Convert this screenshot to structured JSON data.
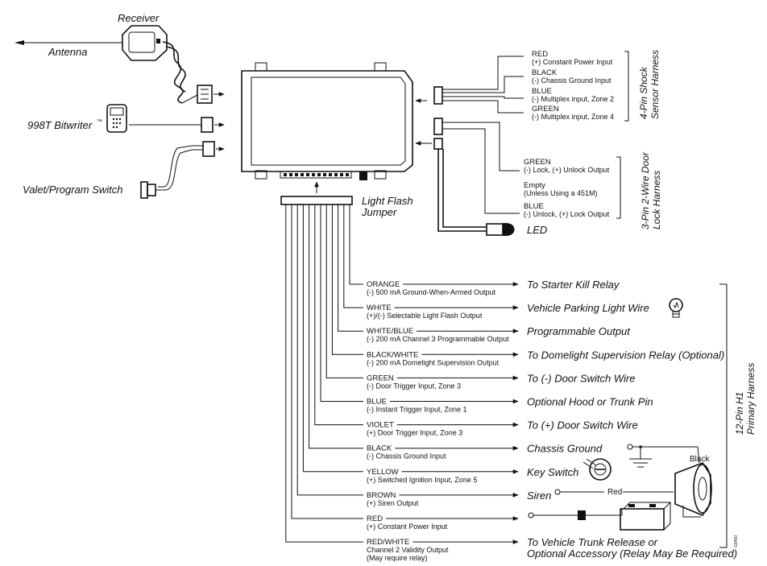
{
  "labels": {
    "receiver": "Receiver",
    "antenna": "Antenna",
    "bitwriter": "998T Bitwriter",
    "bitwriter_tm": "™",
    "valet": "Valet/Program Switch",
    "light_flash_1": "Light Flash",
    "light_flash_2": "Jumper",
    "led": "LED",
    "small_code": "G9450"
  },
  "shock_harness": {
    "title_1": "4-Pin Shock",
    "title_2": "Sensor Harness",
    "wires": [
      {
        "name": "RED",
        "desc": "(+) Constant Power Input"
      },
      {
        "name": "BLACK",
        "desc": "(-) Chassis Ground Input"
      },
      {
        "name": "BLUE",
        "desc": "(-) Multiplex input, Zone 2"
      },
      {
        "name": "GREEN",
        "desc": "(-) Multiplex input, Zone 4"
      }
    ]
  },
  "door_lock_harness": {
    "title_1": "3-Pin 2-Wire Door",
    "title_2": "Lock Harness",
    "wires": [
      {
        "name": "GREEN",
        "desc": "(-) Lock, (+) Unlock Output"
      },
      {
        "name": "Empty",
        "desc": "(Unless Using a 451M)"
      },
      {
        "name": "BLUE",
        "desc": "(-) Unlock, (+) Lock Output"
      }
    ]
  },
  "primary_harness": {
    "title_1": "12-Pin H1",
    "title_2": "Primary Harness",
    "wires": [
      {
        "name": "ORANGE",
        "desc": "(-) 500 mA Ground-When-Armed Output",
        "desc2": "",
        "dest": "To Starter Kill Relay"
      },
      {
        "name": "WHITE",
        "desc": "(+)/(-) Selectable Light Flash Output",
        "desc2": "",
        "dest": "Vehicle Parking Light Wire"
      },
      {
        "name": "WHITE/BLUE",
        "desc": "(-) 200 mA Channel 3 Programmable Output",
        "desc2": "",
        "dest": "Programmable Output"
      },
      {
        "name": "BLACK/WHITE",
        "desc": "(-) 200 mA Domelight Supervision Output",
        "desc2": "",
        "dest": "To Domelight Supervision Relay (Optional)"
      },
      {
        "name": "GREEN",
        "desc": "(-) Door Trigger Input, Zone 3",
        "desc2": "",
        "dest": "To (-) Door Switch Wire"
      },
      {
        "name": "BLUE",
        "desc": "(-) Instant Trigger Input, Zone 1",
        "desc2": "",
        "dest": "Optional Hood or Trunk Pin"
      },
      {
        "name": "VIOLET",
        "desc": "(+) Door Trigger Input, Zone 3",
        "desc2": "",
        "dest": "To (+) Door Switch Wire"
      },
      {
        "name": "BLACK",
        "desc": "(-) Chassis Ground Input",
        "desc2": "",
        "dest": "Chassis Ground"
      },
      {
        "name": "YELLOW",
        "desc": "(+) Switched Ignition Input, Zone 5",
        "desc2": "",
        "dest": "Key Switch"
      },
      {
        "name": "BROWN",
        "desc": "(+) Siren Output",
        "desc2": "",
        "dest": "Siren"
      },
      {
        "name": "RED",
        "desc": "(+) Constant Power Input",
        "desc2": "",
        "dest": ""
      },
      {
        "name": "RED/WHITE",
        "desc": "Channel 2 Validity Output",
        "desc2": "(May require relay)",
        "dest": "To Vehicle Trunk Release or",
        "dest2": "Optional Accessory (Relay May Be Required)"
      }
    ]
  },
  "siren": {
    "black_label": "Black",
    "red_label": "Red"
  },
  "colors": {
    "ink": "#111111",
    "paper": "#ffffff"
  }
}
